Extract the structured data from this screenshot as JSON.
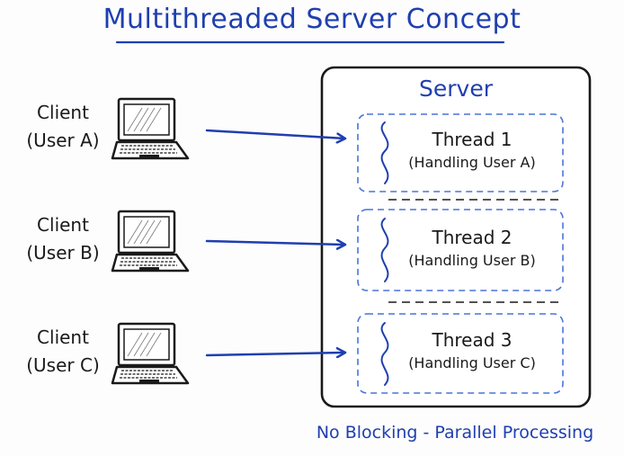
{
  "title": "Multithreaded Server Concept",
  "server": {
    "label": "Server"
  },
  "clients": [
    {
      "line1": "Client",
      "line2": "(User A)"
    },
    {
      "line1": "Client",
      "line2": "(User B)"
    },
    {
      "line1": "Client",
      "line2": "(User C)"
    }
  ],
  "threads": [
    {
      "name": "Thread 1",
      "task": "(Handling User A)"
    },
    {
      "name": "Thread 2",
      "task": "(Handling User B)"
    },
    {
      "name": "Thread 3",
      "task": "(Handling User C)"
    }
  ],
  "footer": "No Blocking - Parallel Processing",
  "colors": {
    "accent": "#1f3fb0",
    "ink": "#1a1a1a",
    "thread_border": "#4a74d8"
  }
}
